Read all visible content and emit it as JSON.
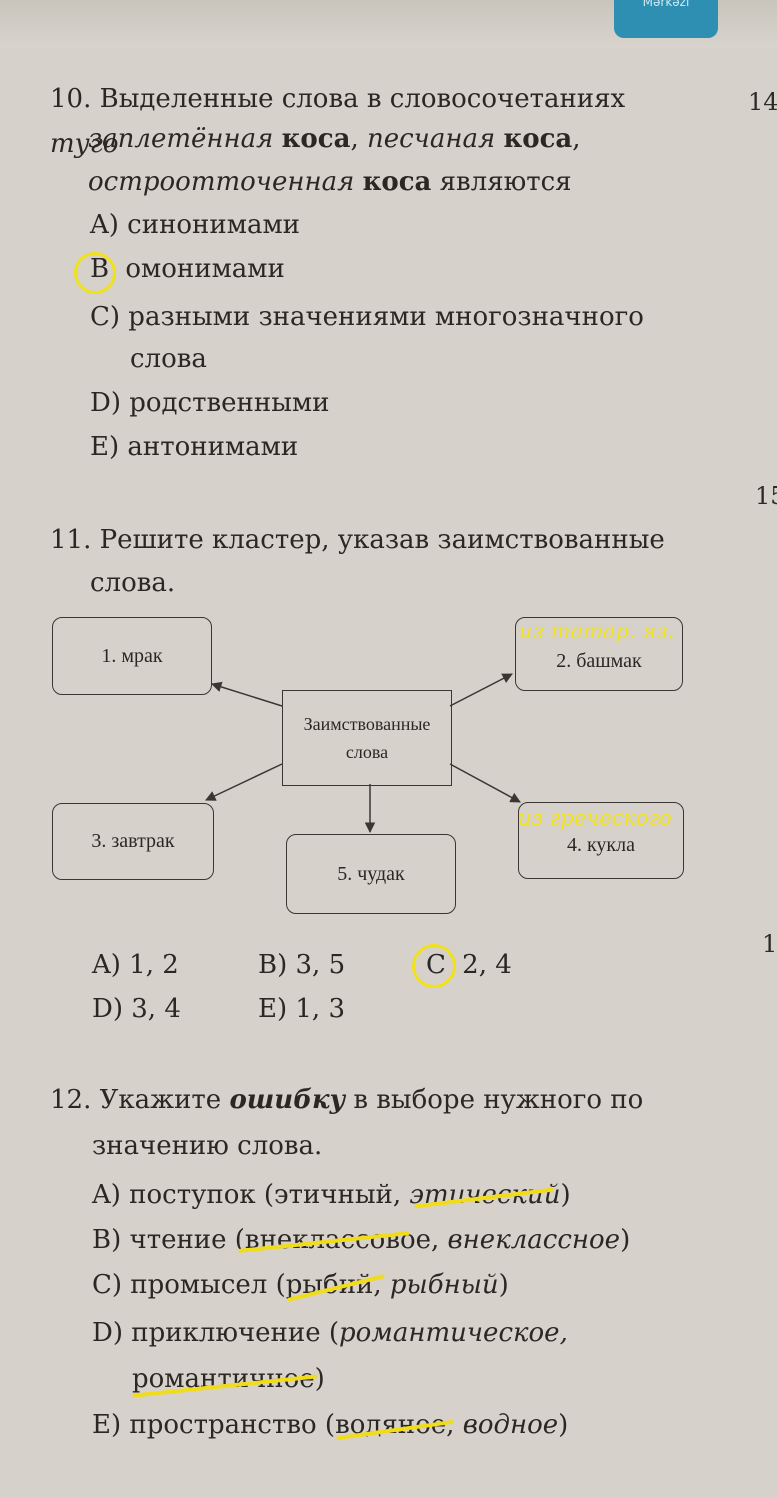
{
  "header_tab": "Mərkəzi",
  "margin_numbers": [
    "14",
    "15",
    "1"
  ],
  "q10": {
    "number": "10.",
    "lead": "Выделенные слова в словосочетаниях",
    "p1_it": "туго",
    "p2_it": "заплетённая",
    "p2_b": "коса",
    "p2_comma": ",",
    "p2_it2": "песчаная",
    "p2_b2": "коса",
    "p2_end": ",",
    "p3_it": "остроотточенная",
    "p3_b": "коса",
    "p3_end": "являются",
    "options": {
      "a": "A) синонимами",
      "b_letter": "B",
      "b_text": "омонимами",
      "c1": "C) разными значениями многозначного",
      "c2": "слова",
      "d": "D) родственными",
      "e": "E) антонимами"
    }
  },
  "q11": {
    "line1": "11. Решите кластер, указав заимствованные",
    "line2": "слова.",
    "cluster": {
      "center_line1": "Заимствованные",
      "center_line2": "слова",
      "box1": "1. мрак",
      "box2": "2. башмак",
      "box3": "3. завтрак",
      "box4": "4. кукла",
      "box5": "5. чудак",
      "note_tatar": "из татар. яз.",
      "note_greek": "из греческого"
    },
    "options": {
      "a": "A) 1, 2",
      "b": "B) 3, 5",
      "c_letter": "C",
      "c_text": "2, 4",
      "d": "D) 3, 4",
      "e": "E) 1, 3"
    }
  },
  "q12": {
    "l1_a": "12. Укажите",
    "l1_b": "ошибку",
    "l1_c": "в выборе нужного по",
    "l2": "значению слова.",
    "a_pre": "A) поступок (этичный,",
    "a_it": "этический",
    "a_post": ")",
    "b_pre": "B) чтение (внеклассовое,",
    "b_it": "внеклассное",
    "b_post": ")",
    "c_pre": "C) промысел (рыбий,",
    "c_it": "рыбный",
    "c_post": ")",
    "d_pre": "D) приключение (",
    "d_it": "романтическое,",
    "d2": "романтичное)",
    "e_pre": "E) пространство (водяное,",
    "e_it": "водное",
    "e_post": ")"
  },
  "colors": {
    "highlight": "#f0e21a",
    "paper": "#d6d2cb",
    "ink": "#2b2724"
  }
}
